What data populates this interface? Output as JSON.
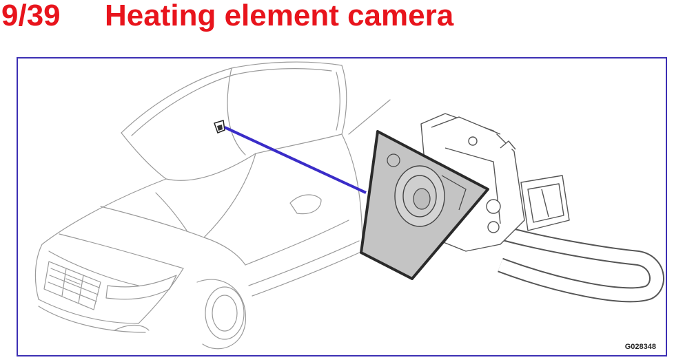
{
  "header": {
    "slide_number": "9/39",
    "title": "Heating element camera"
  },
  "figure": {
    "code": "G028348"
  },
  "colors": {
    "title_red": "#e8141c",
    "frame_blue": "#3c2fb4",
    "leader_line": "#3a2cc8",
    "callout_gray": "#c4c4c4"
  }
}
